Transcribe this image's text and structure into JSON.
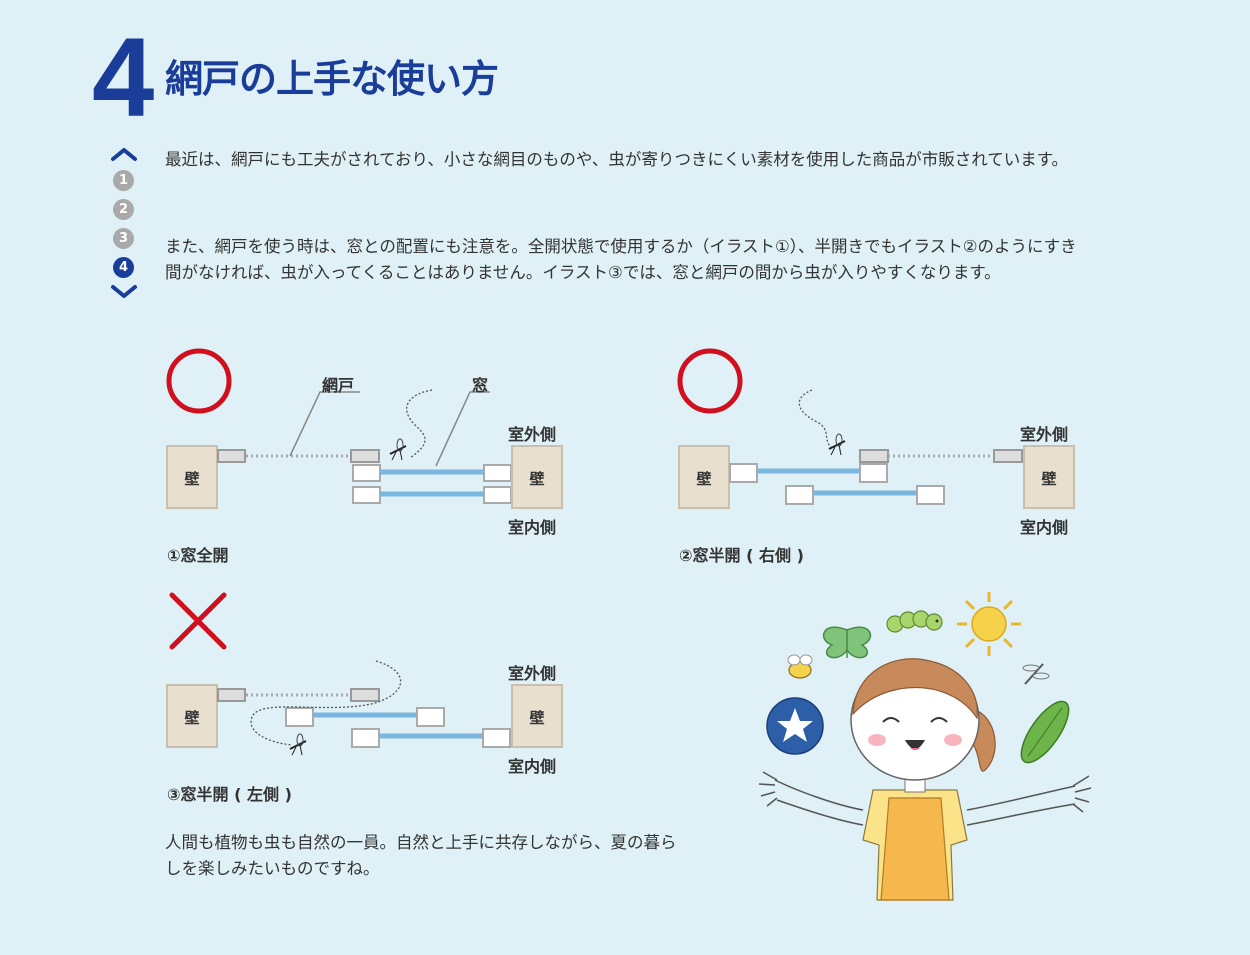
{
  "section": {
    "number": "4",
    "title": "網戸の上手な使い方"
  },
  "nav": {
    "items": [
      "1",
      "2",
      "3",
      "4"
    ],
    "active": "4"
  },
  "paragraphs": {
    "p1": "最近は、網戸にも工夫がされており、小さな網目のものや、虫が寄りつきにくい素材を使用した商品が市販されています。",
    "p2": "また、網戸を使う時は、窓との配置にも注意を。全開状態で使用するか（イラスト①）、半開きでもイラスト②のようにすき間がなければ、虫が入ってくることはありません。イラスト③では、窓と網戸の間から虫が入りやすくなります。"
  },
  "diagrams": {
    "d1": {
      "caption": "①窓全開",
      "label_screen": "網戸",
      "label_window": "窓",
      "outside": "室外側",
      "inside": "室内側",
      "wall": "壁",
      "verdict": "good"
    },
    "d2": {
      "caption": "②窓半開 ( 右側 )",
      "outside": "室外側",
      "inside": "室内側",
      "wall": "壁",
      "verdict": "good"
    },
    "d3": {
      "caption": "③窓半開 ( 左側 )",
      "outside": "室外側",
      "inside": "室内側",
      "wall": "壁",
      "verdict": "bad"
    }
  },
  "closing": "人間も植物も虫も自然の一員。自然と上手に共存しながら、夏の暮らしを楽しみたいものですね。",
  "colors": {
    "accent": "#1a3d9a",
    "good": "#d0101e",
    "bad": "#d0101e",
    "glass": "#7ab6e0",
    "wall": "#e8dfcf",
    "background": "#dff1f6"
  }
}
